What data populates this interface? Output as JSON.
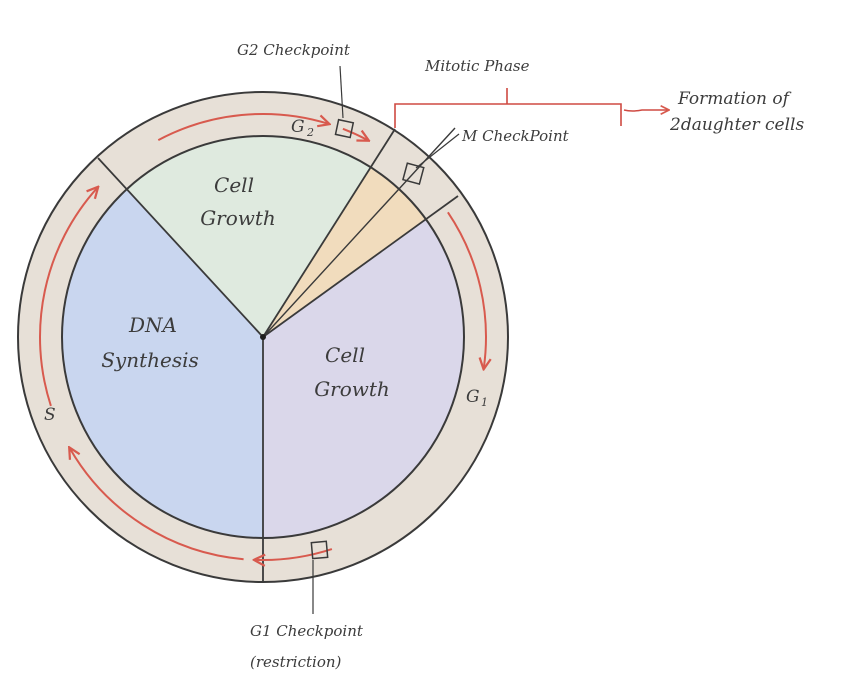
{
  "colors": {
    "ring": "#e7e0d7",
    "outline": "#3a3a3a",
    "arrow": "#d85a4e",
    "bracket": "#cf4a42",
    "dna_synthesis": "#c9d6ef",
    "g2_growth": "#dfeadf",
    "g1_growth": "#dad7ea",
    "mitotic": "#f1dcbd"
  },
  "segments": {
    "dna_synthesis": {
      "line1": "DNA",
      "line2": "Synthesis"
    },
    "g2_growth": {
      "line1": "Cell",
      "line2": "Growth"
    },
    "g1_growth": {
      "line1": "Cell",
      "line2": "Growth"
    }
  },
  "phases": {
    "g2": {
      "letter": "G",
      "sub": "2"
    },
    "g1": {
      "letter": "G",
      "sub": "1"
    },
    "s": "S"
  },
  "checkpoints": {
    "g2": "G2 Checkpoint",
    "m": "M CheckPoint",
    "g1_line1": "G1 Checkpoint",
    "g1_line2": "(restriction)"
  },
  "mitotic_phase": "Mitotic Phase",
  "outcome": {
    "line1": "Formation of",
    "line2": "2daughter cells"
  }
}
